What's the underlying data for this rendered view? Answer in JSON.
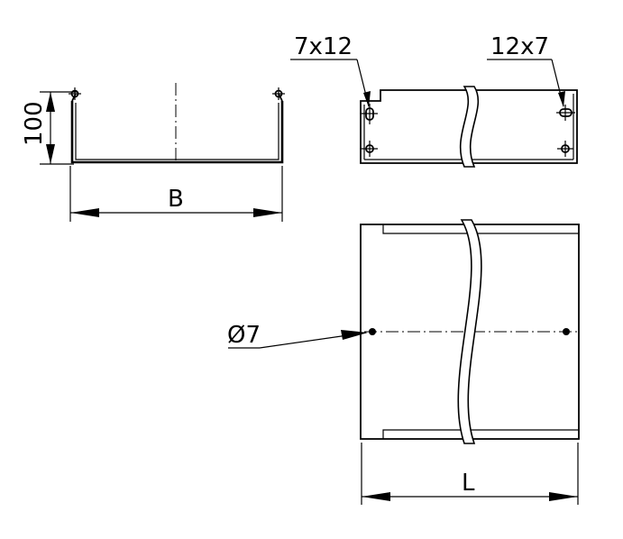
{
  "labels": {
    "height_dim": "100",
    "width_dim": "B",
    "length_dim": "L",
    "hole_left": "7x12",
    "hole_right": "12x7",
    "hole_diameter": "Ø7"
  },
  "colors": {
    "line": "#000000",
    "background": "#ffffff"
  }
}
